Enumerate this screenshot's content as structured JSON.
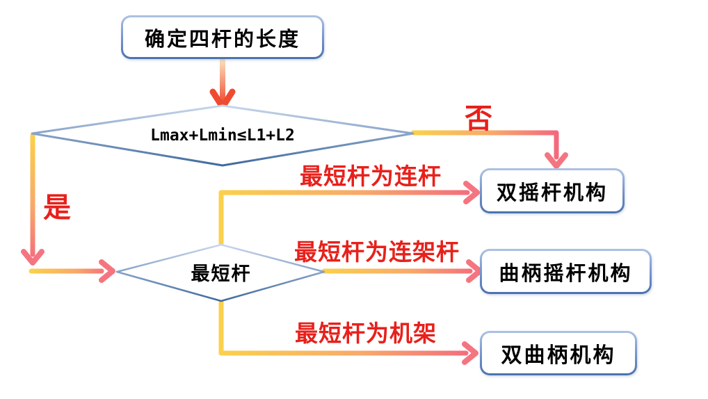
{
  "flowchart": {
    "nodes": {
      "start": "确定四杆的长度",
      "condition": "Lmax+Lmin≤L1+L2",
      "shortest_bar": "最短杆",
      "double_rocker": "双摇杆机构",
      "crank_rocker": "曲柄摇杆机构",
      "double_crank": "双曲柄机构"
    },
    "edge_labels": {
      "no": "否",
      "yes": "是",
      "coupler": "最短杆为连杆",
      "side_link": "最短杆为连架杆",
      "frame": "最短杆为机架"
    },
    "colors": {
      "line_yellow": "#FBD04B",
      "line_mid_orange": "#F8A96A",
      "line_pink": "#F3697E",
      "arrowhead_pink": "#F47580",
      "top_arrow_red": "#EE4B31",
      "label_red": "#E8201B",
      "shape_border_blue": "#4A72AE",
      "shape_border_light_blue": "#C9D7EC",
      "text_black": "#000000"
    }
  }
}
